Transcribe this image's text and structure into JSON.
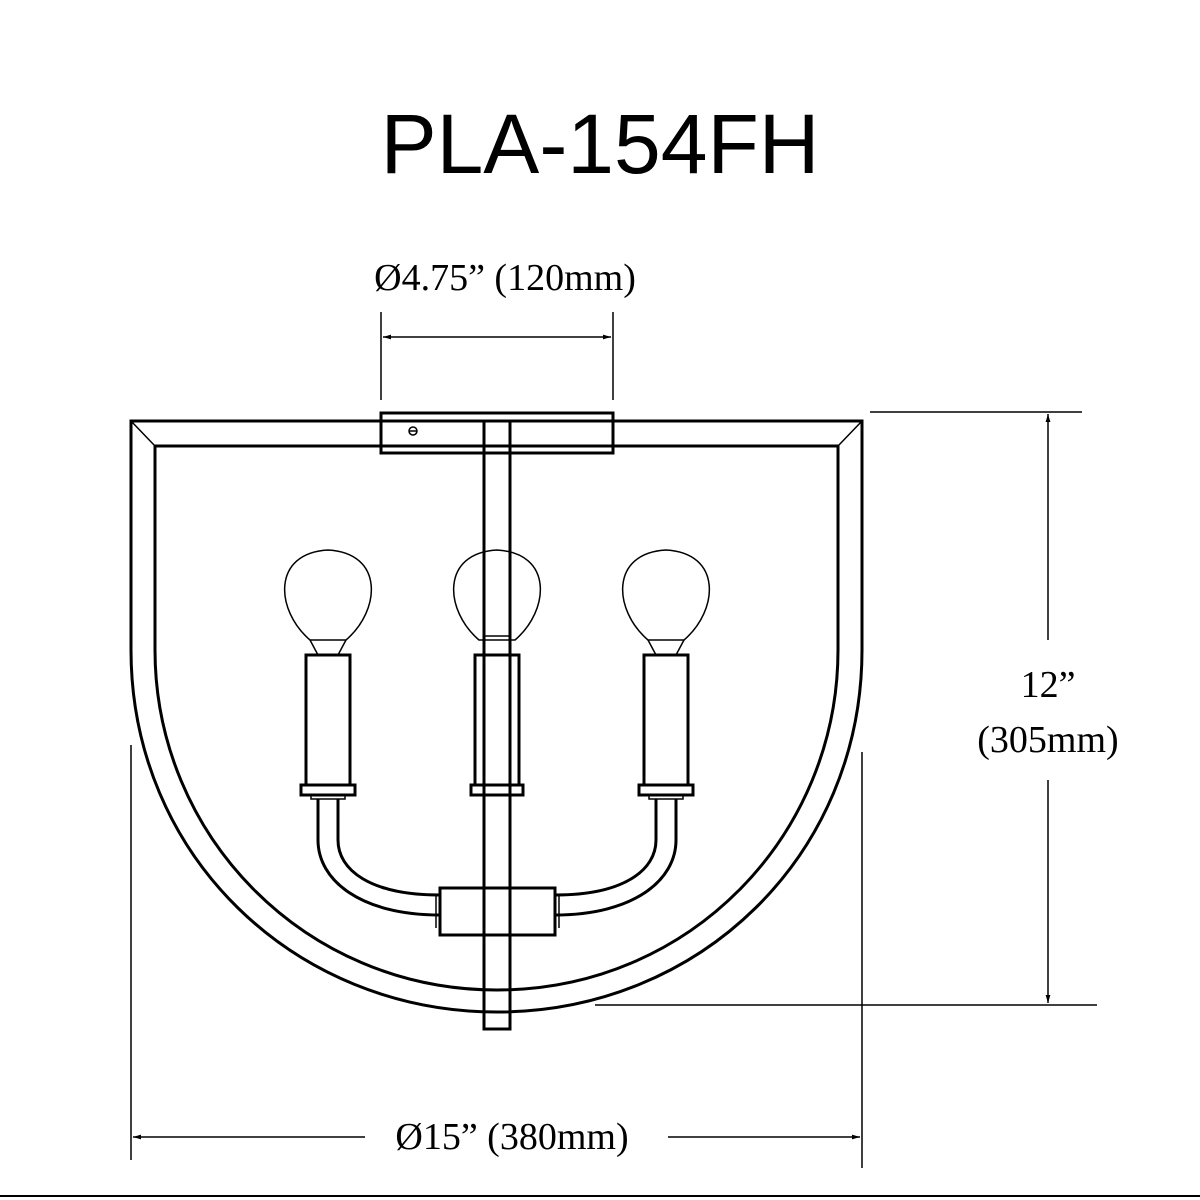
{
  "title": "PLA-154FH",
  "dimensions": {
    "canopy_diameter": "Ø4.75” (120mm)",
    "height_in": "12”",
    "height_mm": "(305mm)",
    "width": "Ø15” (380mm)"
  },
  "colors": {
    "line": "#000000",
    "background": "#ffffff"
  }
}
